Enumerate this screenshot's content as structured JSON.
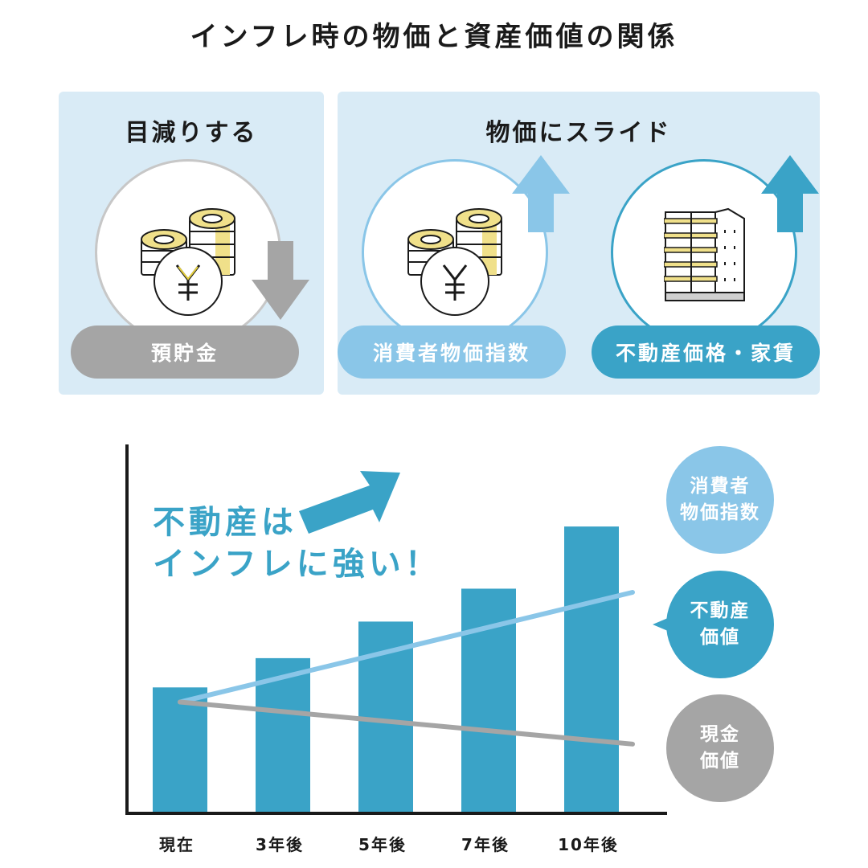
{
  "page_title": "インフレ時の物価と資産価値の関係",
  "panel_left": {
    "title": "目減りする",
    "pill_label": "預貯金",
    "icons": [
      "yen-coins-icon",
      "down-arrow-icon"
    ]
  },
  "panel_right": {
    "title": "物価にスライド",
    "pill_cpi_label": "消費者物価指数",
    "pill_realestate_label": "不動産価格・家賃",
    "icons": [
      "yen-coins-icon",
      "up-arrow-icon",
      "apartment-building-icon",
      "up-arrow-icon"
    ]
  },
  "headline": {
    "line1": "不動産は",
    "line2": "インフレに強い！"
  },
  "legend": {
    "cpi_line1": "消費者",
    "cpi_line2": "物価指数",
    "realestate_line1": "不動産",
    "realestate_line2": "価値",
    "cash_line1": "現金",
    "cash_line2": "価値"
  },
  "colors": {
    "panel_bg": "#d9ebf6",
    "bar_teal": "#3aa3c7",
    "cpi_light_blue": "#8ac6e8",
    "cash_gray": "#a5a5a5"
  },
  "chart_data": {
    "type": "bar",
    "categories": [
      "現在",
      "3年後",
      "5年後",
      "7年後",
      "10年後"
    ],
    "series": [
      {
        "name": "不動産価値",
        "type": "bar",
        "values": [
          34,
          42,
          52,
          61,
          78
        ],
        "color": "#3aa3c7"
      },
      {
        "name": "消費者物価指数",
        "type": "line",
        "start": 30,
        "end": 60,
        "color": "#8ac6e8"
      },
      {
        "name": "現金価値",
        "type": "line",
        "start": 30,
        "end": 18.5,
        "color": "#a5a5a5"
      }
    ],
    "ylim": [
      0,
      100
    ],
    "grid": false,
    "legend_placement": "right"
  }
}
